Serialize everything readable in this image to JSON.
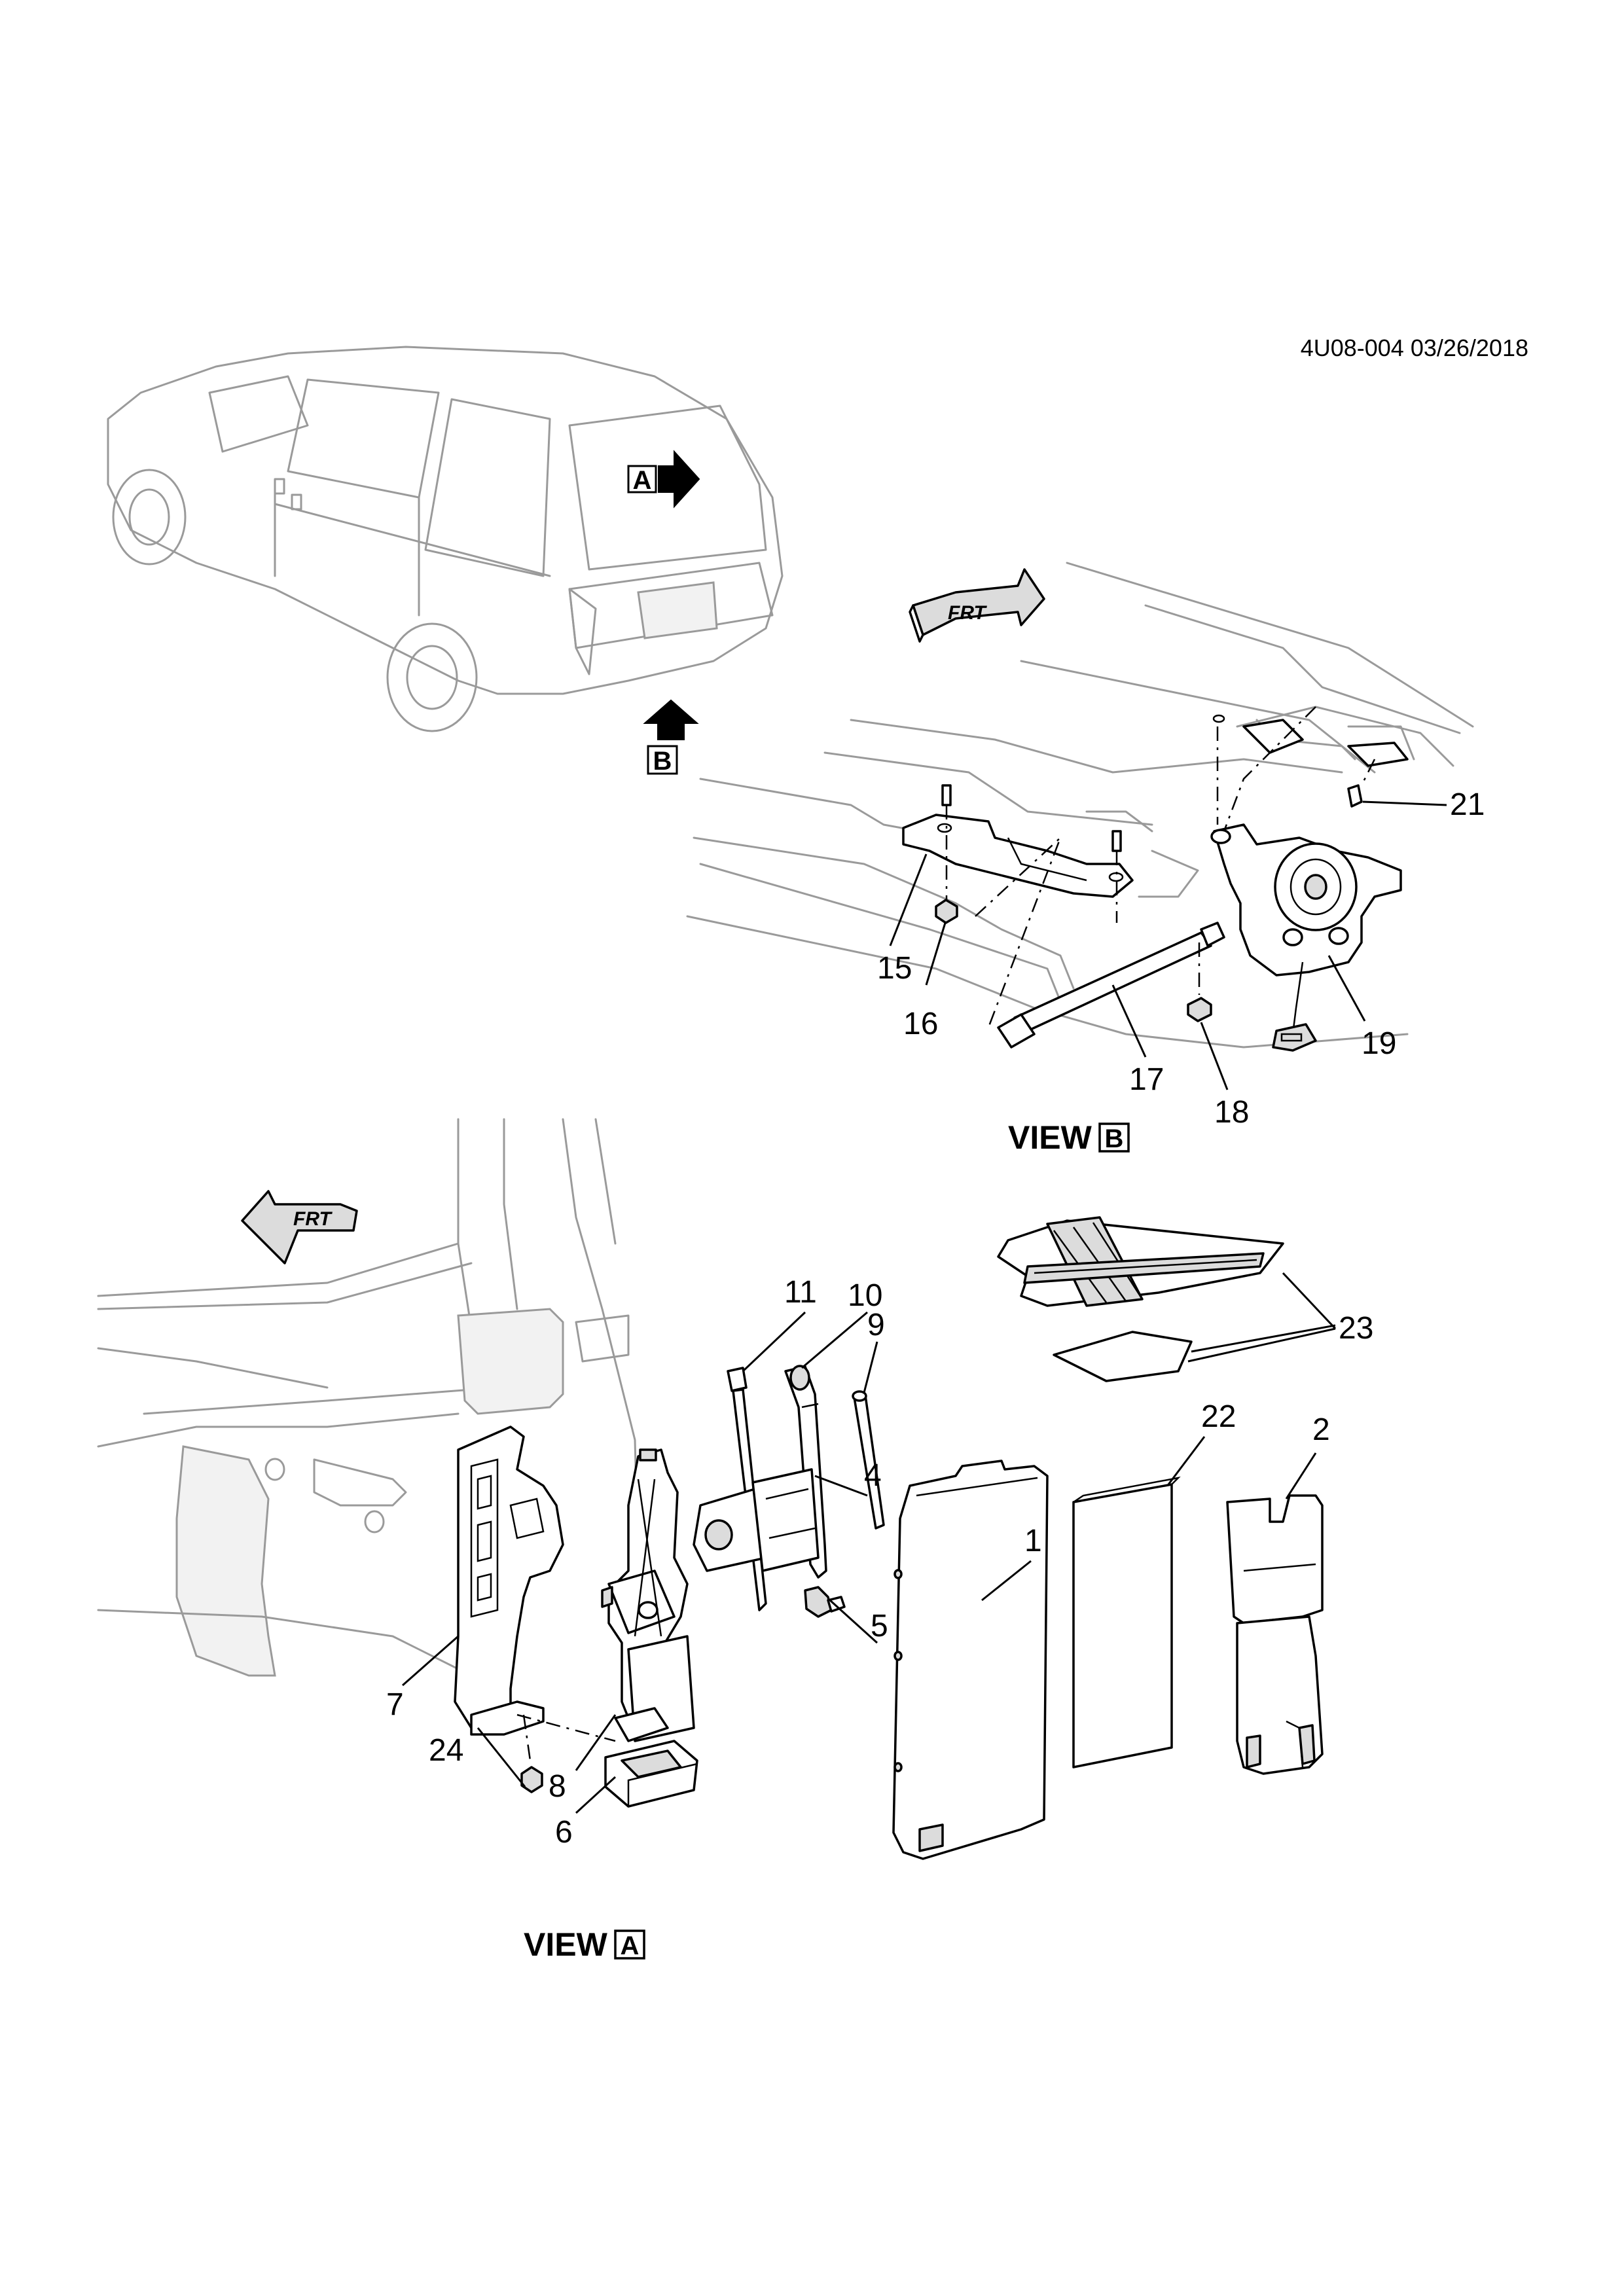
{
  "document_id": "4U08-004 03/26/2018",
  "views": {
    "view_a_label": "VIEW",
    "view_a_letter": "A",
    "view_b_label": "VIEW",
    "view_b_letter": "B"
  },
  "arrows": {
    "arrow_a_letter": "A",
    "arrow_b_letter": "B",
    "front_text": "FRT"
  },
  "callouts": {
    "c1": "1",
    "c2": "2",
    "c4": "4",
    "c5": "5",
    "c6": "6",
    "c7": "7",
    "c8": "8",
    "c9": "9",
    "c10": "10",
    "c11": "11",
    "c15": "15",
    "c16": "16",
    "c17": "17",
    "c18": "18",
    "c19": "19",
    "c21": "21",
    "c22": "22",
    "c23": "23",
    "c24": "24"
  }
}
